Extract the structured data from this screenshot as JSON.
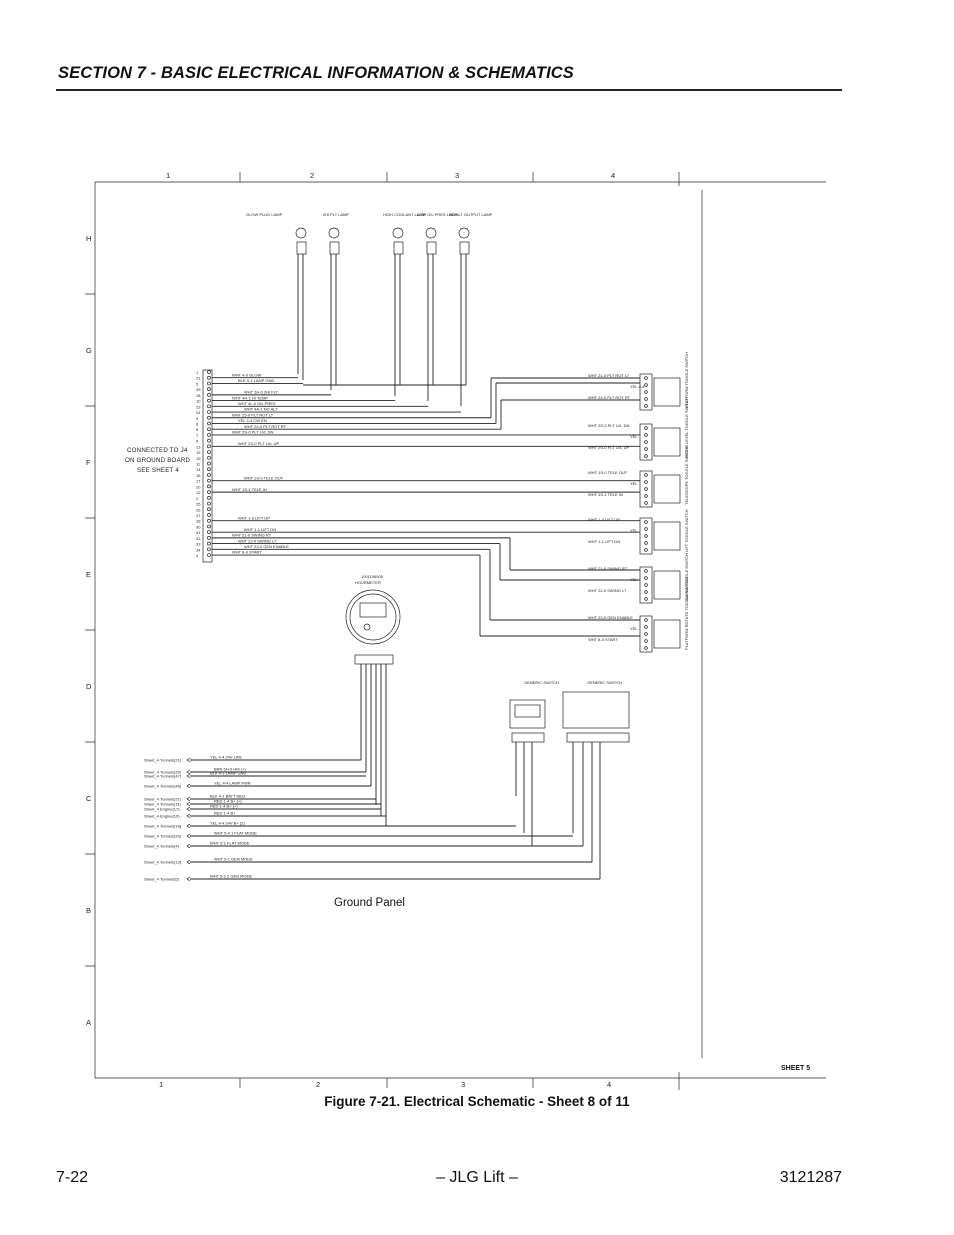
{
  "header": {
    "section_title": "SECTION 7 - BASIC ELECTRICAL INFORMATION & SCHEMATICS"
  },
  "figure": {
    "caption": "Figure 7-21.  Electrical Schematic - Sheet 8 of 11"
  },
  "footer": {
    "page_number": "7-22",
    "brand": "– JLG Lift –",
    "doc_number": "3121287"
  },
  "schematic": {
    "col_labels": [
      "1",
      "2",
      "3",
      "4"
    ],
    "row_labels": [
      "H",
      "G",
      "F",
      "E",
      "D",
      "C",
      "B",
      "A"
    ],
    "connected_note": [
      "CONNECTED TO J4",
      "ON GROUND BOARD",
      "SEE SHEET 4"
    ],
    "lamps": [
      "GLOW PLUG LAMP",
      "2HI FLT LAMP",
      "HIGH COOLANT LAMP",
      "LOW OIL PRES LAMP",
      "NO ALT OUTPUT LAMP"
    ],
    "switches": [
      "PLATFORM TOGGLE SWITCH",
      "PLTFM LEVEL TOGGLE SWITCH",
      "TELESCOPE TOGGLE SWITCH",
      "LIFT TOGGLE SWITCH",
      "SWING TOGGLE SWITCH",
      "PLATFORM ROTATE TOGGLE SWITCH"
    ],
    "left_wires": [
      "WHT 4-0 GLOW",
      "BLK 4-1 LAMP GND",
      "WHT 2H-0 2HI FLT",
      "WHT 4H-1 HI TEMP",
      "WHT 4L-0 OIL PRES",
      "WHT 4A-1 NO ALT",
      "WHT 25-0 PLT ROT LT",
      "YEL 4-4 CW EN",
      "WHT 24-0 PLT ROT RT",
      "WHT 2S-0 PLT LVL DN",
      "WHT 2S-0 PLT LVL UP",
      "WHT 1S-0 TELE OUT",
      "WHT 1S-1 TELE IN",
      "WHT 1-0 LIFT UP",
      "WHT 1-1 LIFT DN",
      "WHT 21-0 SWING RT",
      "WHT 22-0 SWING LT",
      "WHT 23-0 GEN ENABLE",
      "WHT 8-0 START"
    ],
    "pin_numbers": [
      "1",
      "21",
      "5",
      "29",
      "18",
      "10",
      "23",
      "24",
      "3",
      "8",
      "6",
      "7",
      "9",
      "13",
      "15",
      "19",
      "11",
      "14",
      "16",
      "17",
      "20",
      "12",
      "2",
      "25",
      "26",
      "27",
      "28",
      "30",
      "31",
      "32",
      "33",
      "34",
      "4"
    ],
    "right_wires": [
      "WHT 21-0 PLT ROT LT",
      "YEL 4-4",
      "WHT 24-0 PLT ROT RT",
      "WHT 2S-0 PLT LVL DN",
      "YEL",
      "WHT 2S-0 PLT LVL UP",
      "WHT 1S-0 TELE OUT",
      "YEL",
      "WHT 1S-1 TELE IN",
      "WHT 1-0 LIFT UP",
      "YEL",
      "WHT 1-1 LIFT DN",
      "WHT 21-0 SWING RT",
      "YEL",
      "WHT 22-0 SWING LT",
      "WHT 23-0 GEN ENABLE",
      "YEL",
      "WHT 8-0 START"
    ],
    "meter": [
      "1001106005",
      "HOURMETER"
    ],
    "generic_labels": [
      "GENERIC SWITCH",
      "GENERIC SWITCH"
    ],
    "sheet_refs": [
      "Sheet_4 Tunnels(21)",
      "Sheet_4 Tunnels(20)",
      "Sheet_4 Tunnels(47)",
      "Sheet_4 Tunnels(46)",
      "Sheet_4 Tunnels(21)",
      "Sheet_4 Tunnels(11)",
      "Sheet_4 Engine(17)",
      "Sheet_4 Engine(19)",
      "Sheet_4 Tunnels(18)",
      "Sheet_4 Tunnels(20)",
      "Sheet_4 Tunnels(4)",
      "Sheet_4 Tunnels(13)",
      "Sheet_4 Tunnels(5)"
    ],
    "bottom_wires": [
      "YEL 4-4 24V LIFE",
      "BRN 5H-0 HM (+)",
      "BLK 4-1 LAMP GND",
      "YEL 4-4 LAMP PWR",
      "BLK 4-1 BATT NEG",
      "RED 1-4 B+ (+)",
      "RED 1-4 B+ (+)",
      "RED 1-4 B+",
      "YEL 4-4 24V B+ (2)",
      "WHT 5-0 1 FLAT MODE",
      "WHT 5-1 FLAT MODE",
      "WHT 5-1 GEN MODE",
      "WHT 5-1 2 GEN MODE"
    ],
    "ground_panel_label": "Ground Panel",
    "sheet_label": "SHEET 5"
  }
}
